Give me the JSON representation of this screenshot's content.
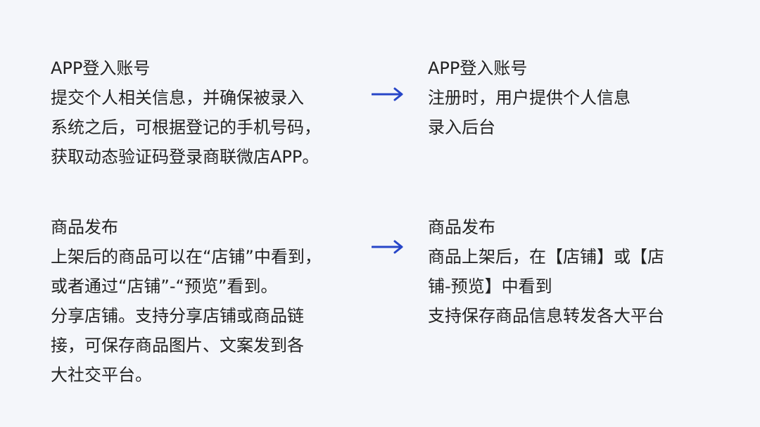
{
  "colors": {
    "arrow": "#2746c8",
    "text": "#222222",
    "background": "#f4f6fa"
  },
  "rows": [
    {
      "left": [
        "APP登入账号",
        "提交个人相关信息，并确保被录入",
        "系统之后，可根据登记的手机号码，",
        "获取动态验证码登录商联微店APP。"
      ],
      "arrow_icon": "arrow-right-icon",
      "right": [
        "APP登入账号",
        "注册时，用户提供个人信息",
        "录入后台"
      ]
    },
    {
      "left": [
        "商品发布",
        "上架后的商品可以在“店铺”中看到，",
        "或者通过“店铺”-“预览”看到。",
        "分享店铺。支持分享店铺或商品链",
        "接，可保存商品图片、文案发到各",
        "大社交平台。"
      ],
      "arrow_icon": "arrow-right-icon",
      "right": [
        "商品发布",
        "商品上架后，在【店铺】或【店",
        "铺-预览】中看到",
        "支持保存商品信息转发各大平台"
      ]
    }
  ]
}
